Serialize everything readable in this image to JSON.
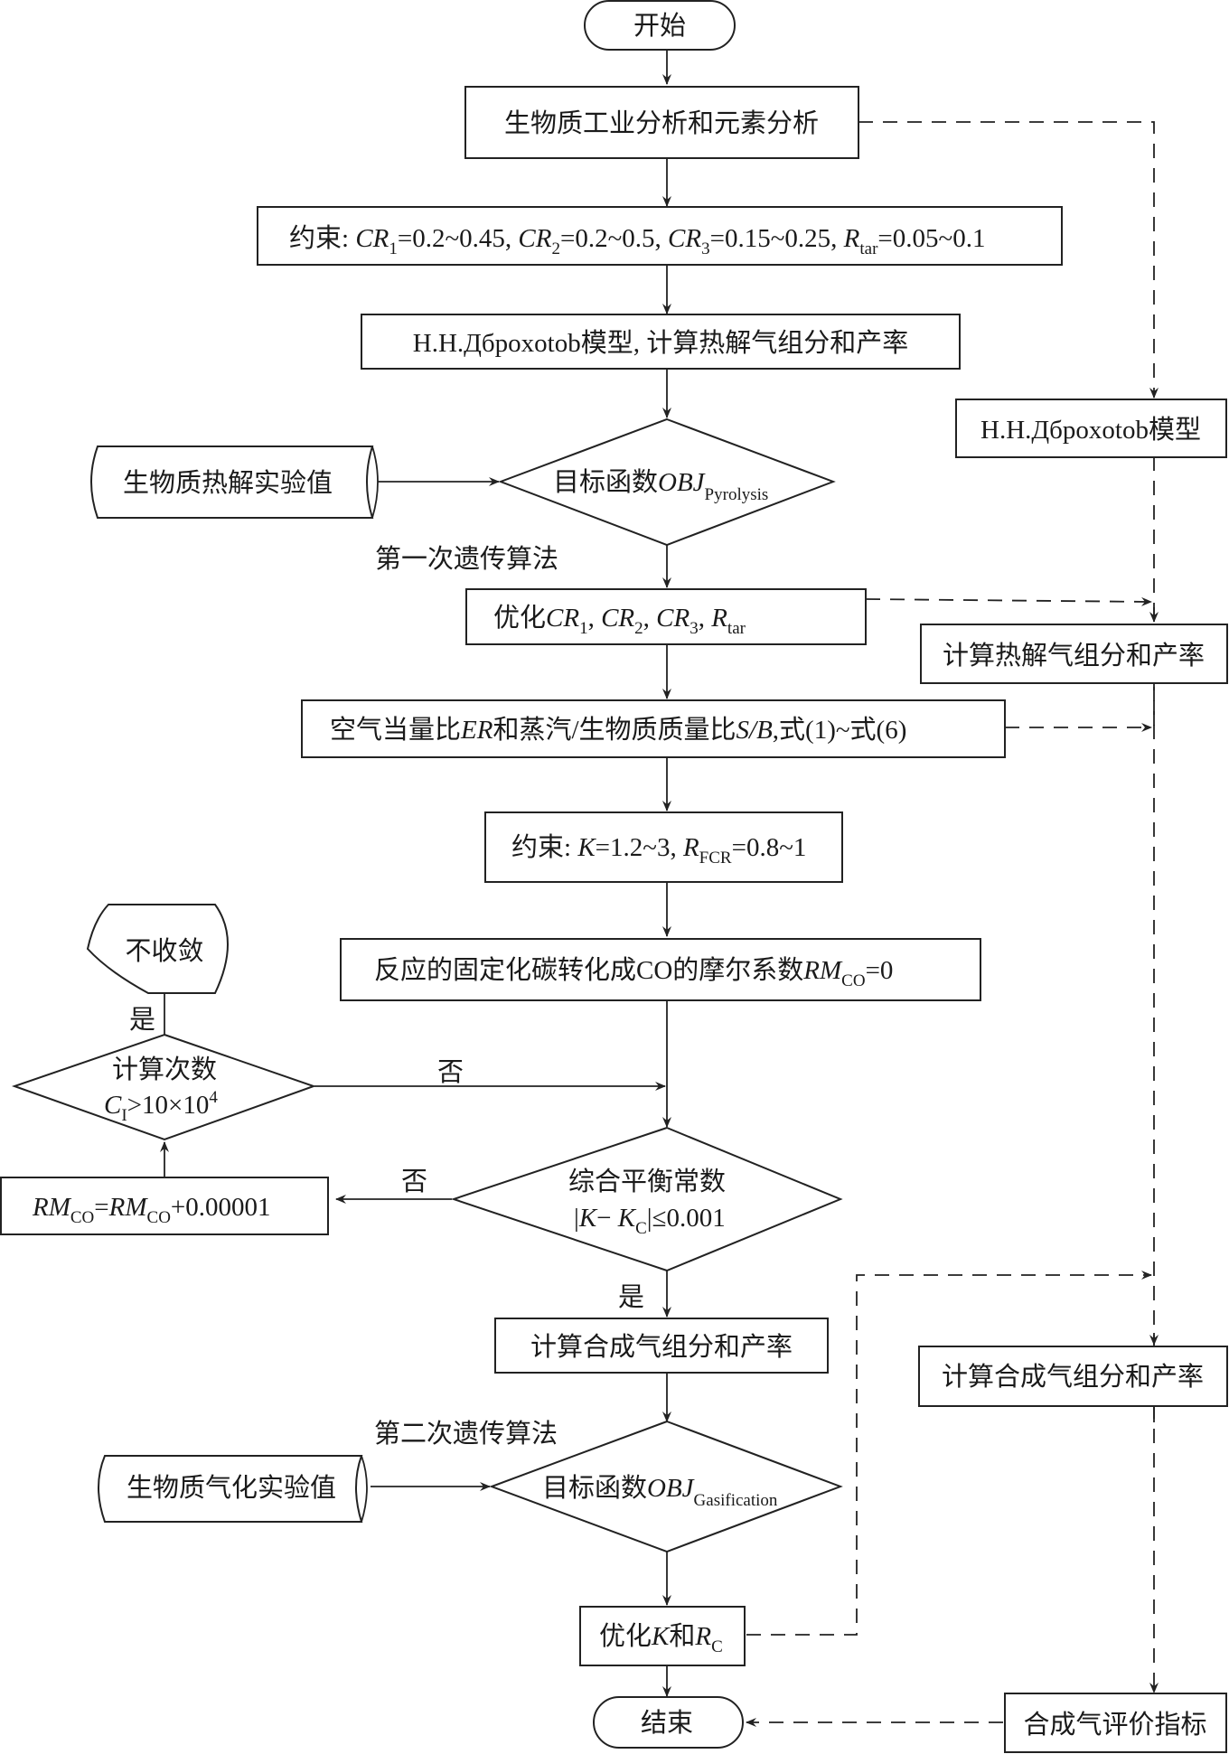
{
  "nodes": {
    "start": "开始",
    "analysis": "生物质工业分析和元素分析",
    "constraint1": {
      "prefix": "约束: ",
      "cr1": "CR",
      "cr1_sub": "1",
      "cr1_val": "=0.2~0.45, ",
      "cr2": "CR",
      "cr2_sub": "2",
      "cr2_val": "=0.2~0.5, ",
      "cr3": "CR",
      "cr3_sub": "3",
      "cr3_val": "=0.15~0.25, ",
      "rtar": "R",
      "rtar_sub": "tar",
      "rtar_val": "=0.05~0.1"
    },
    "model_calc": "H.H.Дбpoxotob模型, 计算热解气组分和产率",
    "pyrolysis_exp": "生物质热解实验值",
    "obj_pyrolysis": {
      "prefix": "目标函数",
      "var": "OBJ",
      "sub": "Pyrolysis"
    },
    "ga1_label": "第一次遗传算法",
    "optimize1": {
      "prefix": "优化",
      "a": "CR",
      "a_sub": "1",
      "sep1": ", ",
      "b": "CR",
      "b_sub": "2",
      "sep2": ", ",
      "c": "CR",
      "c_sub": "3",
      "sep3": ", ",
      "d": "R",
      "d_sub": "tar"
    },
    "er_sb": {
      "p1": "空气当量比",
      "er": "ER",
      "p2": "和蒸汽/生物质质量比",
      "sb": "S/B",
      "p3": ",式(1)~式(6)"
    },
    "constraint2": {
      "prefix": "约束: ",
      "k": "K",
      "k_val": "=1.2~3, ",
      "r": "R",
      "r_sub": "FCR",
      "r_val": "=0.8~1"
    },
    "rmco_init": {
      "prefix": "反应的固定化碳转化成CO的摩尔系数",
      "var": "RM",
      "sub": "CO",
      "val": "=0"
    },
    "not_converged": "不收敛",
    "iter_check": {
      "line1": "计算次数",
      "var": "C",
      "sub": "I",
      "val": ">10×10",
      "sup": "4"
    },
    "rmco_inc": {
      "v1": "RM",
      "s1": "CO",
      "eq": "=",
      "v2": "RM",
      "s2": "CO",
      "val": "+0.00001"
    },
    "balance_check": {
      "line1": "综合平衡常数",
      "l2a": "|",
      "k": "K",
      "minus": "− ",
      "kc": "K",
      "kc_sub": "C",
      "l2b": "|≤0.001"
    },
    "syngas_calc": "计算合成气组分和产率",
    "ga2_label": "第二次遗传算法",
    "gasification_exp": "生物质气化实验值",
    "obj_gasification": {
      "prefix": "目标函数",
      "var": "OBJ",
      "sub": "Gasification"
    },
    "optimize2": {
      "prefix": "优化",
      "k": "K",
      "mid": "和",
      "r": "R",
      "r_sub": "C"
    },
    "end": "结束",
    "right_model": "H.H.Дбpoxotob模型",
    "right_pyro_calc": "计算热解气组分和产率",
    "right_syngas_calc": "计算合成气组分和产率",
    "right_eval": "合成气评价指标"
  },
  "edge_labels": {
    "yes_up": "是",
    "no_right": "否",
    "no_left": "否",
    "yes_down": "是"
  }
}
